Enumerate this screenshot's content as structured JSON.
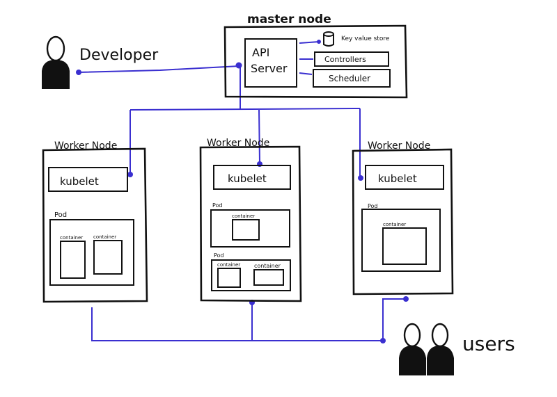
{
  "developer": {
    "label": "Developer"
  },
  "master": {
    "label": "master node",
    "api_server": [
      "API",
      "Server"
    ],
    "key_value_store": "Key value store",
    "controllers": "Controllers",
    "scheduler": "Scheduler"
  },
  "workers": [
    {
      "label": "Worker Node",
      "kubelet": "kubelet",
      "pods": [
        {
          "label": "Pod",
          "containers": [
            "container",
            "container"
          ]
        }
      ]
    },
    {
      "label": "Worker Node",
      "kubelet": "kubelet",
      "pods": [
        {
          "label": "Pod",
          "containers": [
            "container"
          ]
        },
        {
          "label": "Pod",
          "containers": [
            "container",
            "container"
          ]
        }
      ]
    },
    {
      "label": "Worker Node",
      "kubelet": "kubelet",
      "pods": [
        {
          "label": "Pod",
          "containers": [
            "container"
          ]
        }
      ]
    }
  ],
  "users": {
    "label": "users"
  },
  "colors": {
    "connector": "#3a2fd0",
    "ink": "#111111"
  }
}
